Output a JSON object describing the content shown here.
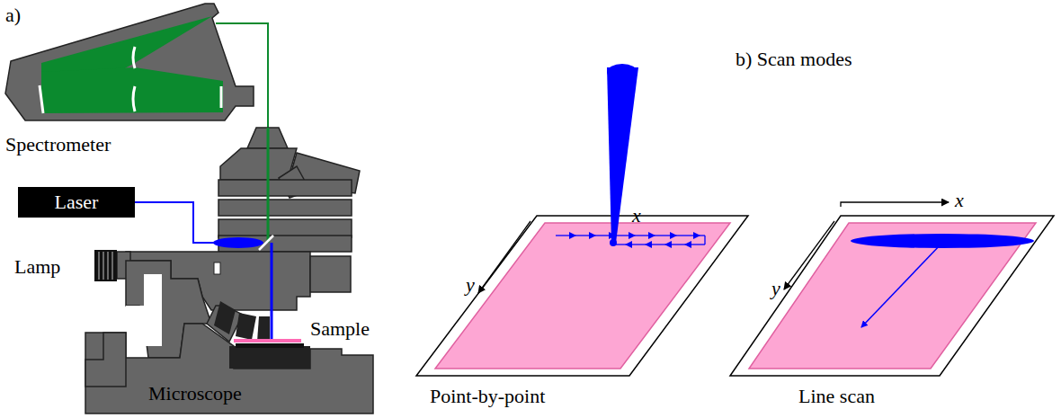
{
  "diagram": {
    "nodes": [
      {
        "text": [
          "Laser"
        ]
      }
    ],
    "labels": [
      "a)",
      "Spectrometer",
      "Lamp",
      "Sample",
      "Microscope",
      "b) Scan modes",
      "x",
      "y",
      "Point-by-point",
      "x",
      "y",
      "Line scan"
    ]
  }
}
